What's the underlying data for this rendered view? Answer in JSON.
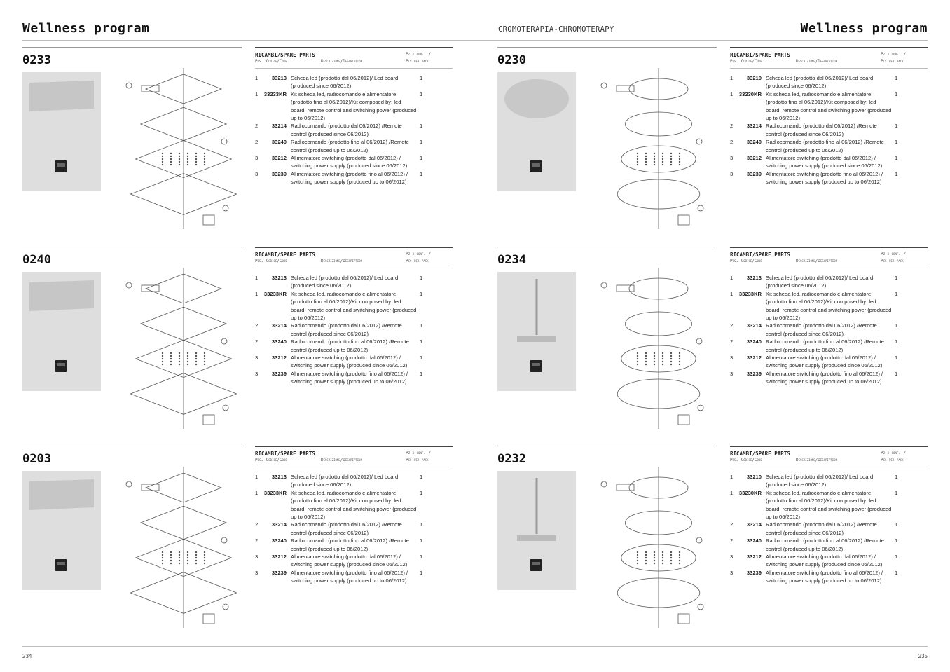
{
  "header": {
    "brand_left": "Wellness program",
    "center": "CROMOTERAPIA-CHROMOTERAPY",
    "brand_right": "Wellness program"
  },
  "footer": {
    "page_left": "234",
    "page_right": "235"
  },
  "table_headers": {
    "title": "RICAMBI/SPARE PARTS",
    "pz": "Pz x conf. /",
    "pos_code": "Pos. Codice/Code",
    "desc": "Descrizione/Description",
    "pcs": "Pcs per pack"
  },
  "sections": [
    {
      "title": "0233",
      "kit": "A"
    },
    {
      "title": "0230",
      "kit": "B"
    },
    {
      "title": "0240",
      "kit": "A"
    },
    {
      "title": "0234",
      "kit": "A"
    },
    {
      "title": "0203",
      "kit": "A"
    },
    {
      "title": "0232",
      "kit": "B"
    }
  ],
  "kits": {
    "A": [
      {
        "pos": "1",
        "code": "33213",
        "desc": "Scheda led (prodotto dal 06/2012)/ Led board (produced since 06/2012)",
        "qty": "1"
      },
      {
        "pos": "1",
        "code": "33233KR",
        "desc": "Kit scheda led, radiocomando e alimentatore (prodotto fino al 06/2012)/Kit composed by: led board, remote control and switching power (produced up to 06/2012)",
        "qty": "1"
      },
      {
        "pos": "2",
        "code": "33214",
        "desc": "Radiocomando (prodotto dal 06/2012) /Remote control (produced since 06/2012)",
        "qty": "1"
      },
      {
        "pos": "2",
        "code": "33240",
        "desc": "Radiocomando (prodotto fino al 06/2012) /Remote control (produced up to 06/2012)",
        "qty": "1"
      },
      {
        "pos": "3",
        "code": "33212",
        "desc": "Alimentatore switching (prodotto dal 06/2012) / switching power supply (produced since 06/2012)",
        "qty": "1"
      },
      {
        "pos": "3",
        "code": "33239",
        "desc": "Alimentatore switching (prodotto fino al 06/2012) / switching power supply (produced up to 06/2012)",
        "qty": "1"
      }
    ],
    "B": [
      {
        "pos": "1",
        "code": "33210",
        "desc": "Scheda led (prodotto dal 06/2012)/ Led board (produced since 06/2012)",
        "qty": "1"
      },
      {
        "pos": "1",
        "code": "33230KR",
        "desc": "Kit scheda led, radiocomando e alimentatore (prodotto fino al 06/2012)/Kit composed by: led board, remote control and switching power (produced up to 06/2012)",
        "qty": "1"
      },
      {
        "pos": "2",
        "code": "33214",
        "desc": "Radiocomando (prodotto dal 06/2012) /Remote control (produced since 06/2012)",
        "qty": "1"
      },
      {
        "pos": "2",
        "code": "33240",
        "desc": "Radiocomando (prodotto fino al 06/2012) /Remote control (produced up to 06/2012)",
        "qty": "1"
      },
      {
        "pos": "3",
        "code": "33212",
        "desc": "Alimentatore switching (prodotto dal 06/2012) / switching power supply (produced since 06/2012)",
        "qty": "1"
      },
      {
        "pos": "3",
        "code": "33239",
        "desc": "Alimentatore switching (prodotto fino al 06/2012) / switching power supply (produced up to 06/2012)",
        "qty": "1"
      }
    ]
  }
}
